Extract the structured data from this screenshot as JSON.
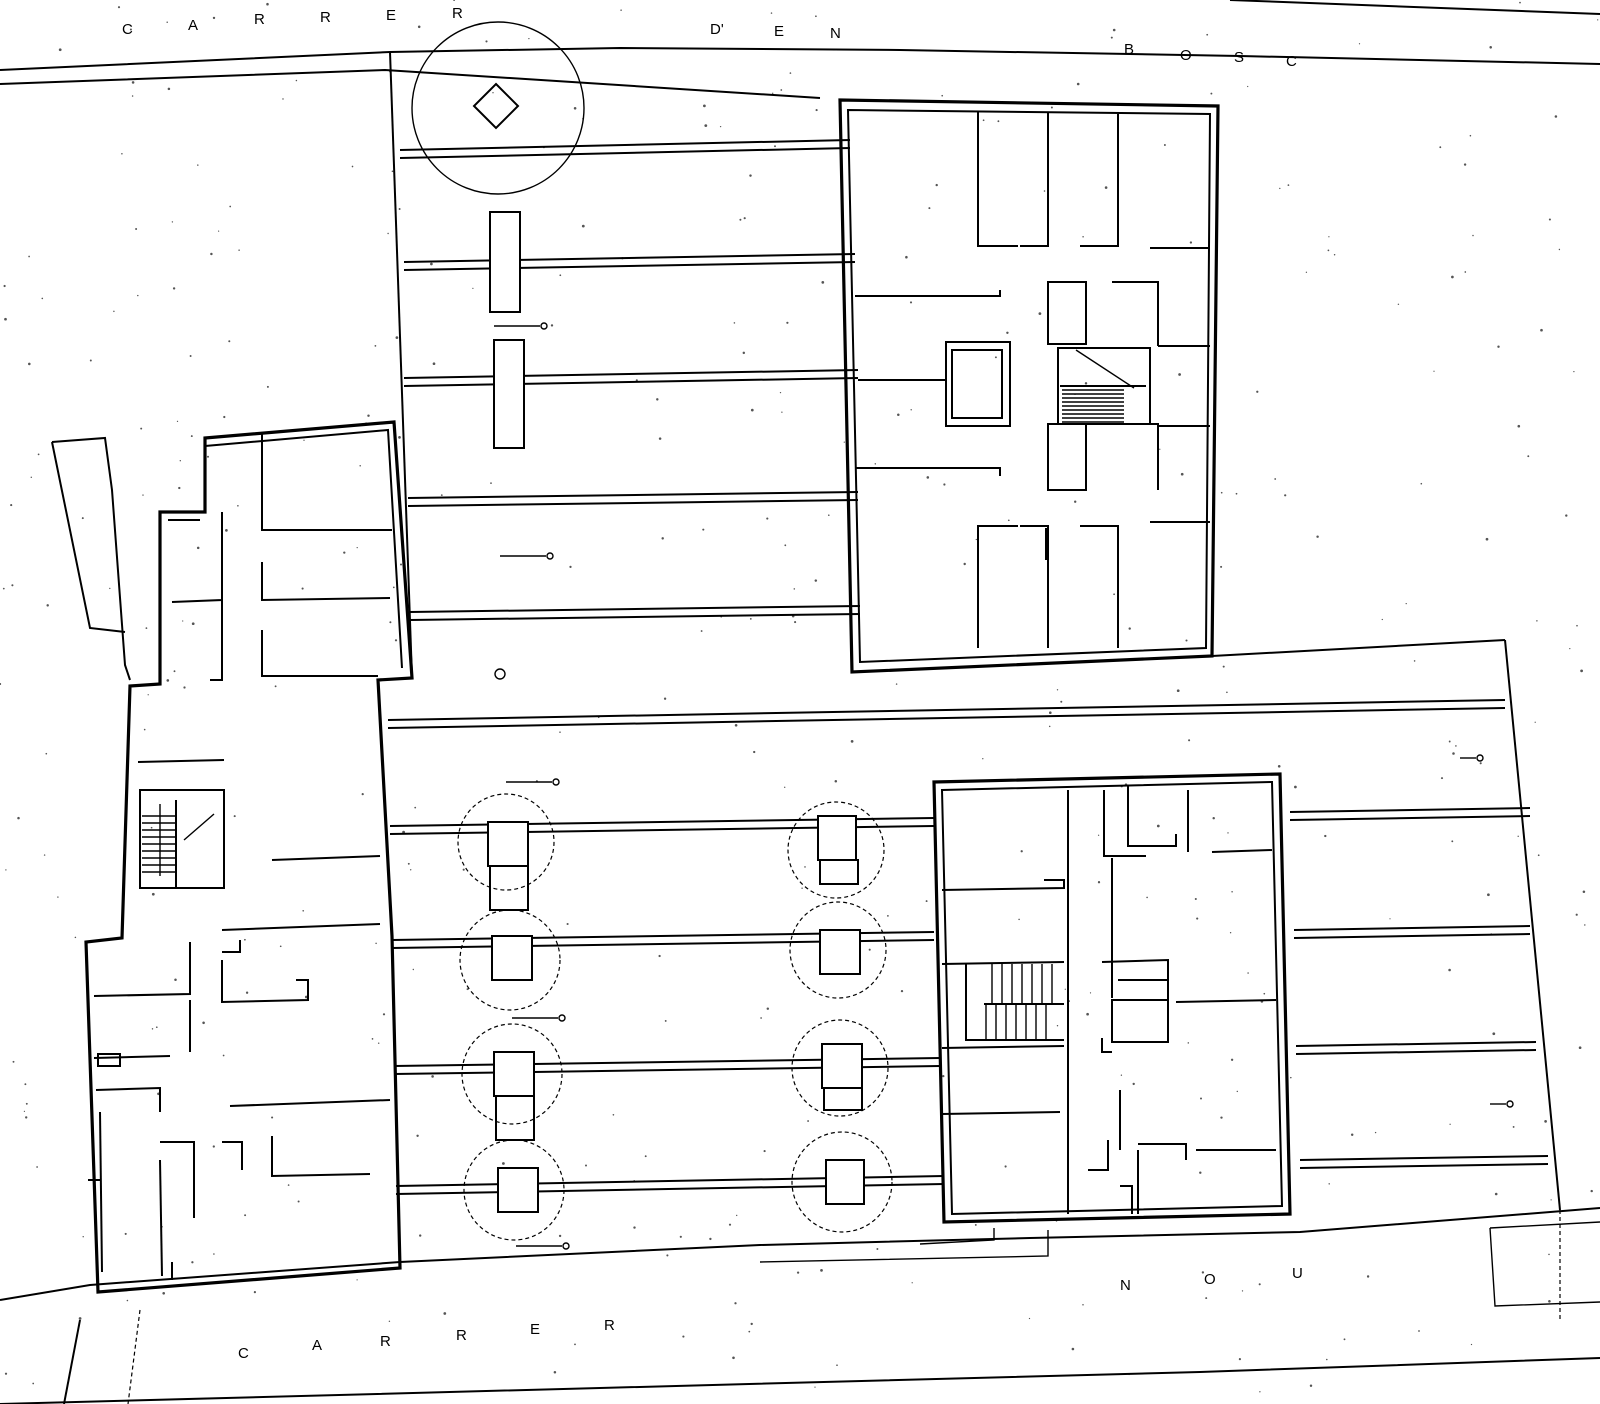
{
  "streets": {
    "top": [
      "C",
      "A",
      "R",
      "R",
      "E",
      "R",
      "D'",
      "E",
      "N",
      "B",
      "O",
      "S",
      "C"
    ],
    "bottom_left": [
      "C",
      "A",
      "R",
      "R",
      "E",
      "R"
    ],
    "bottom_right": [
      "N",
      "O",
      "U"
    ]
  }
}
